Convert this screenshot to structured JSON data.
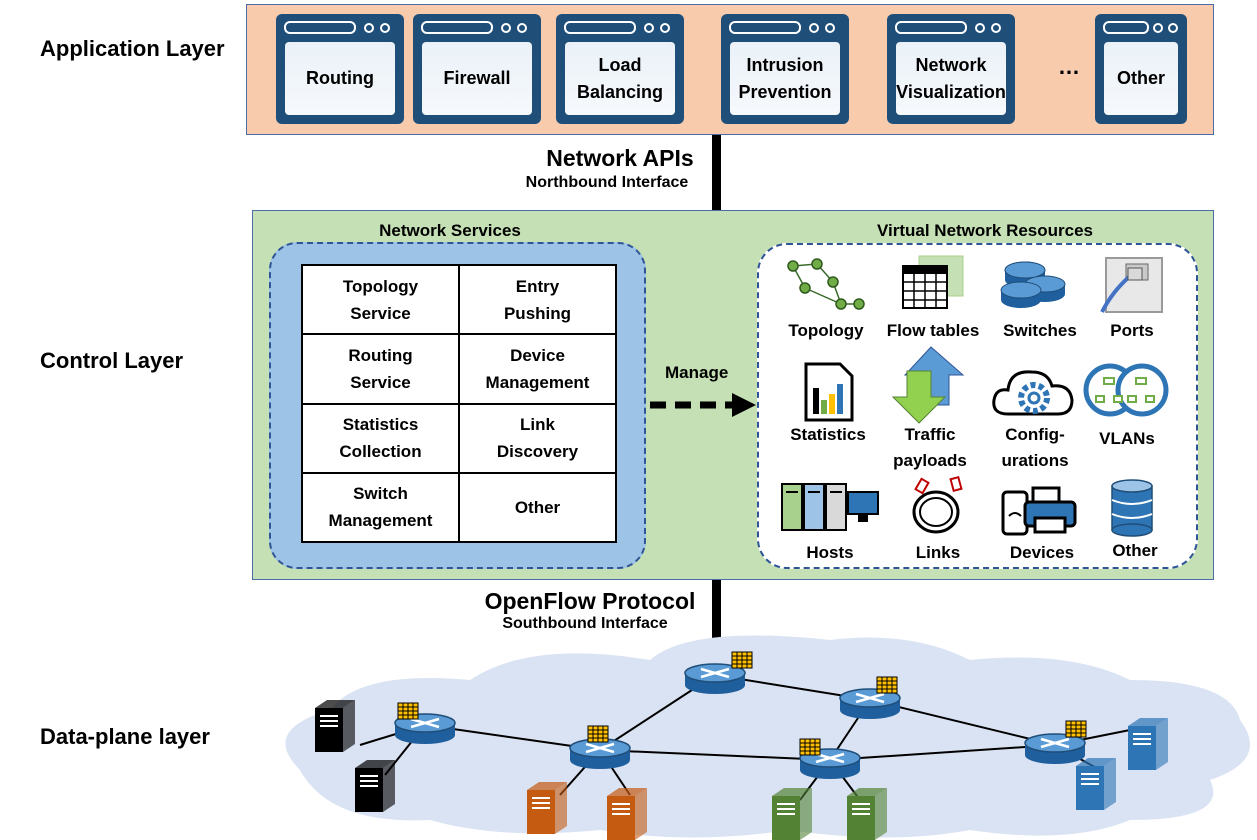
{
  "layers": {
    "application": "Application Layer",
    "control": "Control Layer",
    "data_plane": "Data-plane layer"
  },
  "applications": [
    "Routing",
    "Firewall",
    "Load\nBalancing",
    "Intrusion\nPrevention",
    "Network\nVisualization",
    "Other"
  ],
  "ellipsis": "…",
  "northbound": {
    "title": "Network APIs",
    "subtitle": "Northbound Interface"
  },
  "southbound": {
    "title": "OpenFlow Protocol",
    "subtitle": "Southbound Interface"
  },
  "network_services": {
    "title": "Network Services",
    "cells": [
      [
        "Topology\nService",
        "Entry\nPushing"
      ],
      [
        "Routing\nService",
        "Device\nManagement"
      ],
      [
        "Statistics\nCollection",
        "Link\nDiscovery"
      ],
      [
        "Switch\nManagement",
        "Other"
      ]
    ]
  },
  "manage_label": "Manage",
  "virtual_resources": {
    "title": "Virtual Network Resources",
    "items": [
      {
        "label": "Topology",
        "icon": "topology-graph-icon"
      },
      {
        "label": "Flow tables",
        "icon": "flow-table-icon"
      },
      {
        "label": "Switches",
        "icon": "switches-icon"
      },
      {
        "label": "Ports",
        "icon": "ethernet-port-icon"
      },
      {
        "label": "Statistics",
        "icon": "bar-chart-document-icon"
      },
      {
        "label": "Traffic\npayloads",
        "icon": "up-down-arrows-icon"
      },
      {
        "label": "Config-\nurations",
        "icon": "cloud-gear-icon"
      },
      {
        "label": "VLANs",
        "icon": "vlan-network-icon"
      },
      {
        "label": "Hosts",
        "icon": "server-hosts-icon"
      },
      {
        "label": "Links",
        "icon": "cable-link-icon"
      },
      {
        "label": "Devices",
        "icon": "phone-printer-icon"
      },
      {
        "label": "Other",
        "icon": "database-icon"
      }
    ]
  },
  "colors": {
    "app_panel": "#f8cbad",
    "control_panel": "#c5e0b4",
    "services_box": "#9dc3e6",
    "cloud": "#dae3f3",
    "switch": "#2e75b6",
    "host_black": "#000000",
    "host_orange": "#c55a11",
    "host_green": "#548235",
    "host_blue": "#2e75b6"
  }
}
